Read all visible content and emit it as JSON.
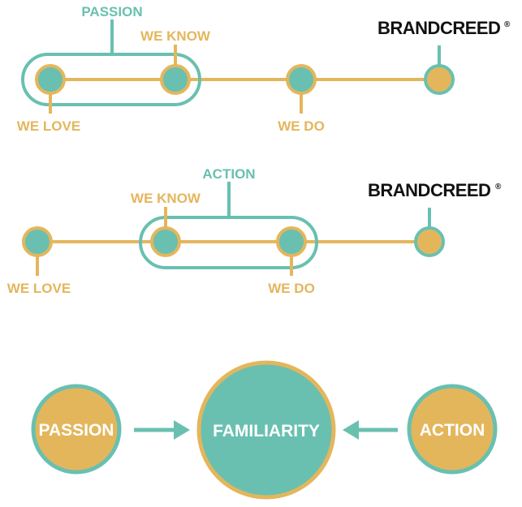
{
  "colors": {
    "teal": "#69c0b0",
    "gold": "#e4b65c",
    "black": "#111111",
    "white": "#ffffff"
  },
  "diagram_top": {
    "group_label": "PASSION",
    "labels": {
      "we_love": "WE LOVE",
      "we_know": "WE KNOW",
      "we_do": "WE DO"
    },
    "brand": "BRANDCREED",
    "brand_mark": "®"
  },
  "diagram_middle": {
    "group_label": "ACTION",
    "labels": {
      "we_love": "WE LOVE",
      "we_know": "WE KNOW",
      "we_do": "WE DO"
    },
    "brand": "BRANDCREED",
    "brand_mark": "®"
  },
  "diagram_bottom": {
    "left": "PASSION",
    "center": "FAMILIARITY",
    "right": "ACTION",
    "arrow_left_icon": "arrow-right-icon",
    "arrow_right_icon": "arrow-left-icon"
  }
}
